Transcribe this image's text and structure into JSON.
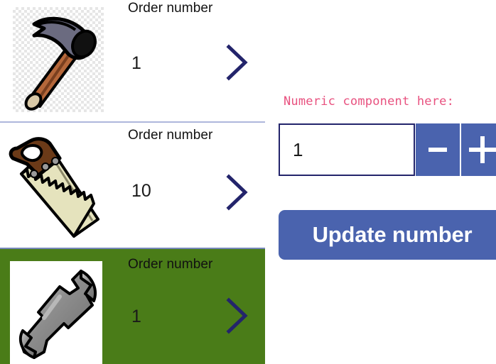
{
  "order_list": {
    "rows": [
      {
        "label": "Order number",
        "value": "1",
        "image": "hammer-image",
        "chevron": "chevron-right-icon",
        "selected": false
      },
      {
        "label": "Order number",
        "value": "10",
        "image": "saw-image",
        "chevron": "chevron-right-icon",
        "selected": false
      },
      {
        "label": "Order number",
        "value": "1",
        "image": "wrench-image",
        "chevron": "chevron-right-icon",
        "selected": true
      }
    ]
  },
  "right_panel": {
    "numeric_label": "Numeric component here:",
    "numeric_input": {
      "value": "1",
      "placeholder": "",
      "decrement_label": "−",
      "increment_label": "+"
    },
    "update_button_label": "Update number"
  },
  "colors": {
    "selected_row": "#4a7c18",
    "accent_blue": "#4a63ae",
    "chevron_navy": "#23246b",
    "label_pink": "#e8517f",
    "divider": "#aeb7dc"
  }
}
